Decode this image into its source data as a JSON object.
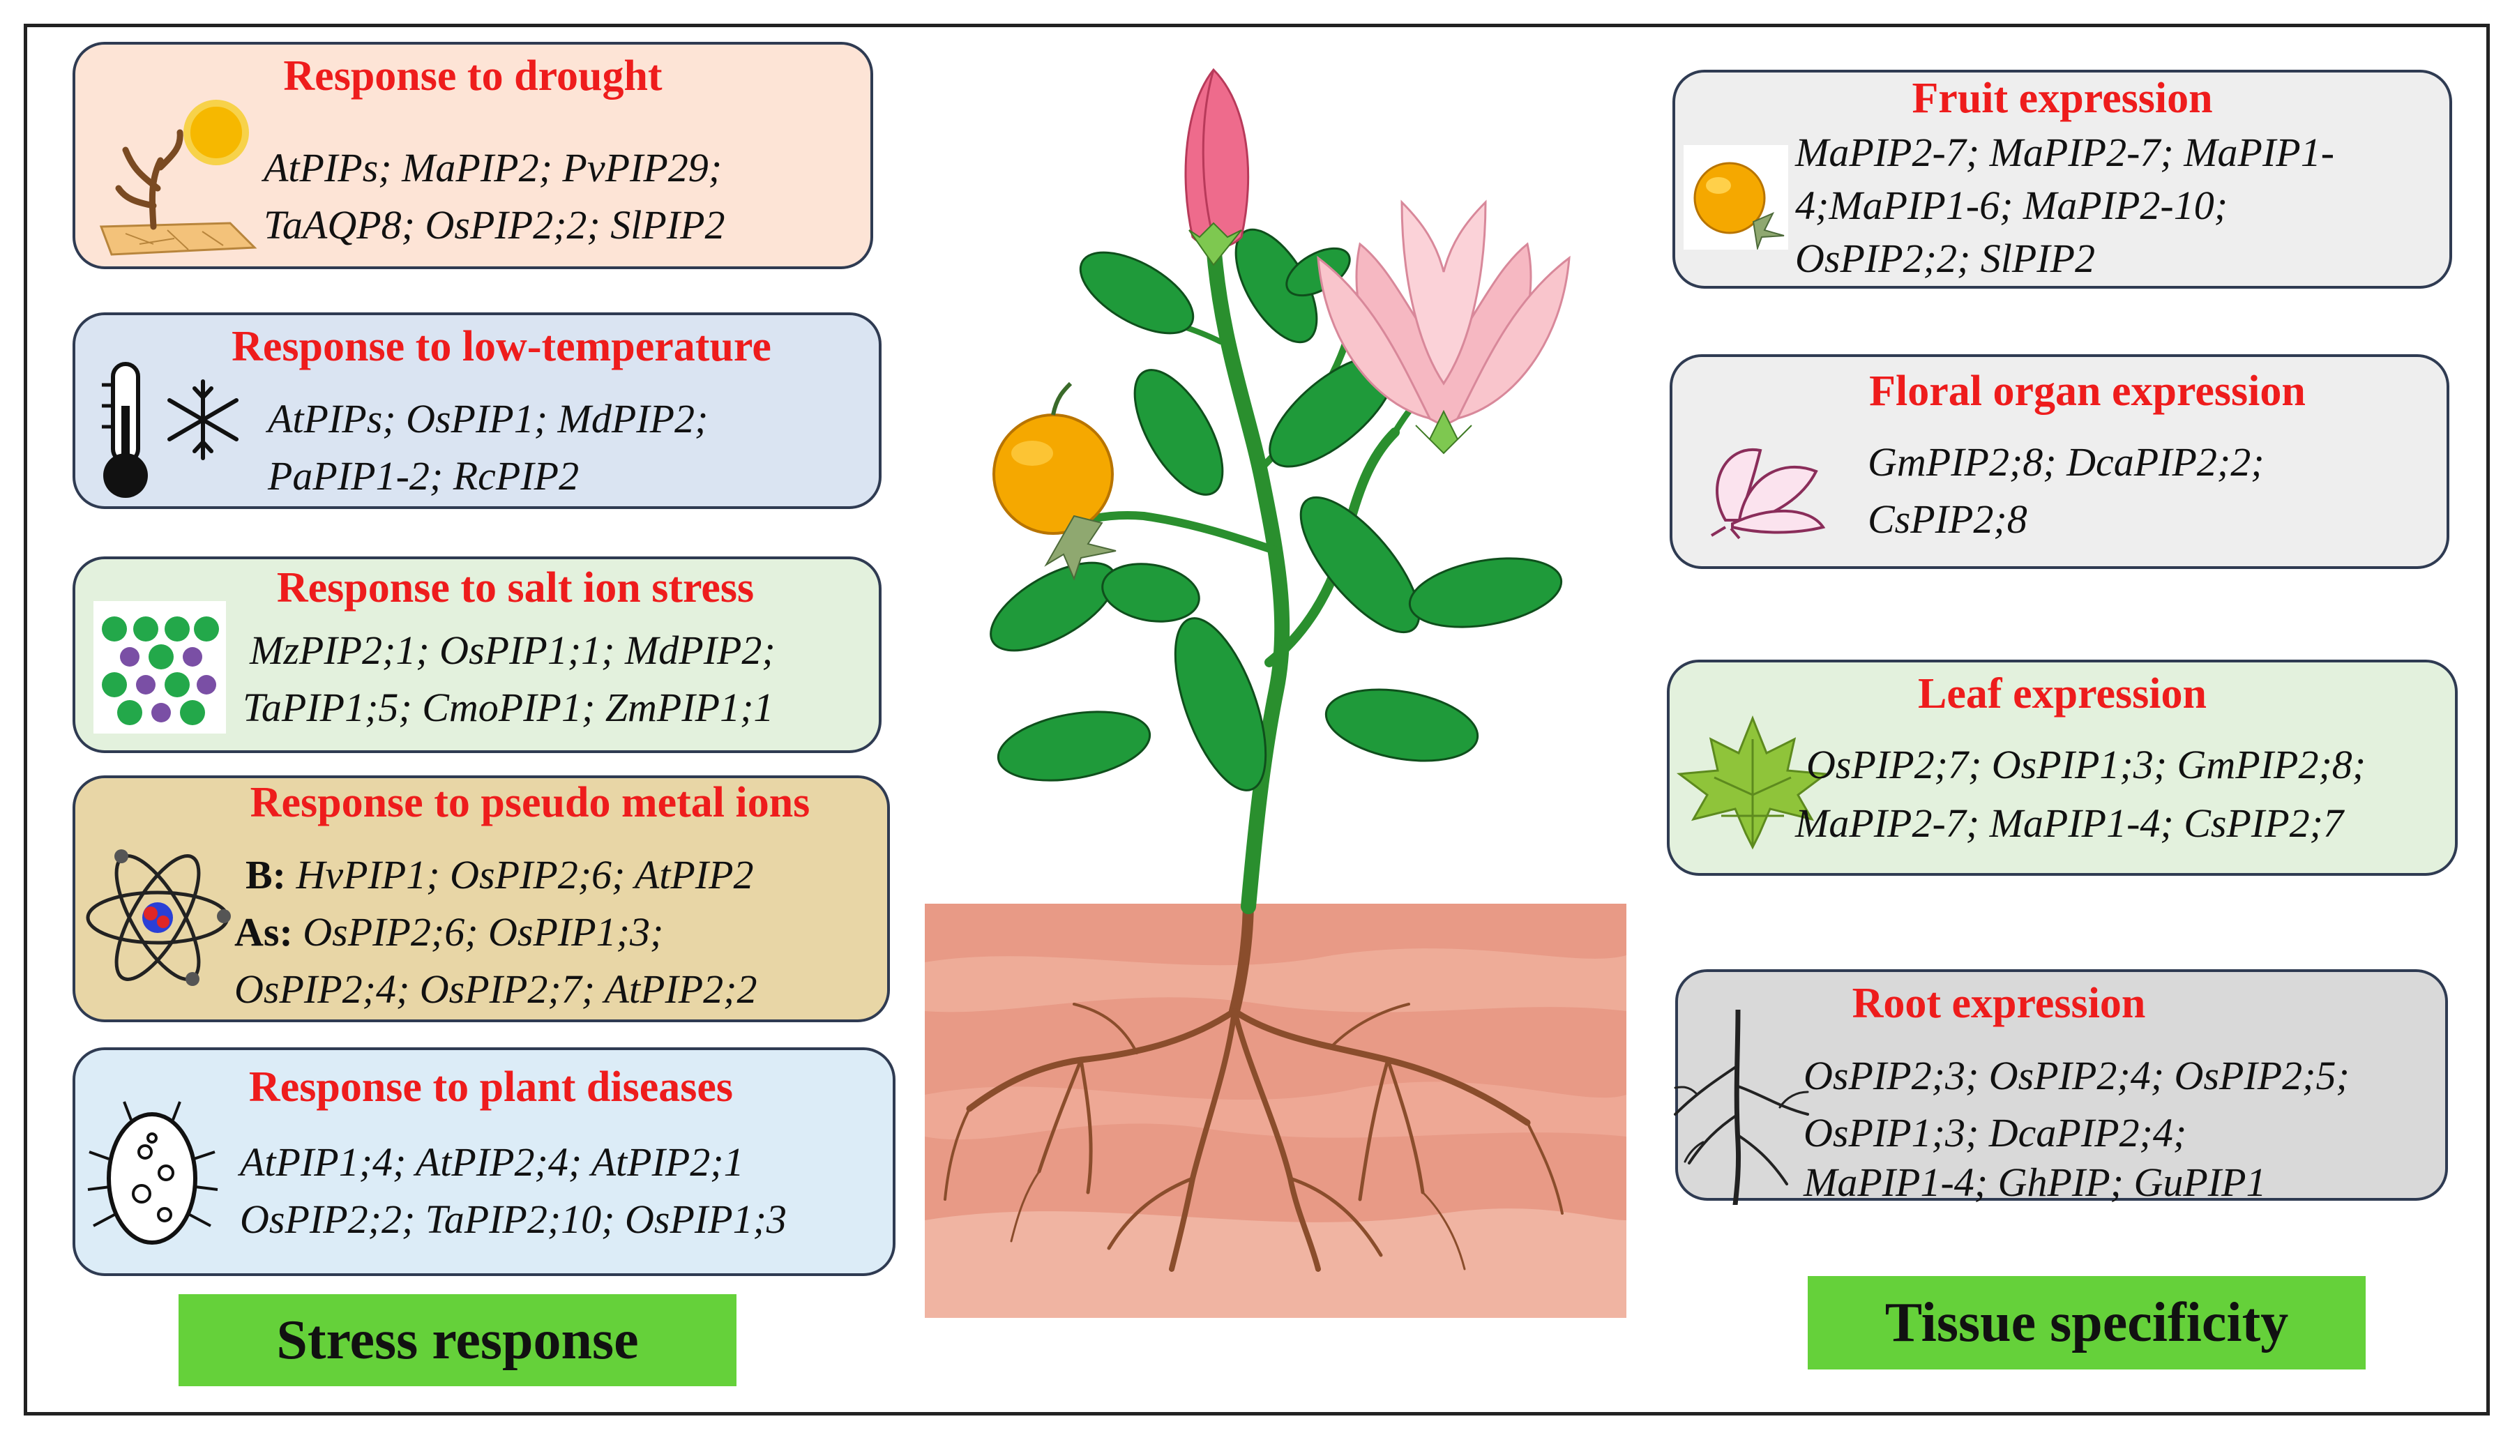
{
  "stress": {
    "drought": {
      "title": "Response to drought",
      "lines": [
        "AtPIPs; MaPIP2; PvPIP29;",
        "TaAQP8; OsPIP2;2; SlPIP2"
      ],
      "icon": "drought-tree-sun-icon",
      "bg": "#fde4d6"
    },
    "cold": {
      "title": "Response to low-temperature",
      "lines": [
        "AtPIPs; OsPIP1; MdPIP2;",
        "PaPIP1-2; RcPIP2"
      ],
      "icon": "thermometer-snowflake-icon",
      "bg": "#dae4f2"
    },
    "salt": {
      "title": "Response to salt ion stress",
      "lines": [
        "MzPIP2;1; OsPIP1;1; MdPIP2;",
        "TaPIP1;5; CmoPIP1; ZmPIP1;1"
      ],
      "icon": "salt-crystal-icon",
      "bg": "#e3f1dd"
    },
    "metal": {
      "title": "Response to pseudo metal ions",
      "b_prefix": "B:",
      "b_line": "HvPIP1; OsPIP2;6; AtPIP2",
      "as_prefix": "As:",
      "as_line": "OsPIP2;6; OsPIP1;3;",
      "line3": "OsPIP2;4; OsPIP2;7; AtPIP2;2",
      "icon": "atom-icon",
      "bg": "#e8d6a6"
    },
    "disease": {
      "title": "Response to plant diseases",
      "lines": [
        "AtPIP1;4; AtPIP2;4; AtPIP2;1",
        "OsPIP2;2; TaPIP2;10; OsPIP1;3"
      ],
      "icon": "bacterium-icon",
      "bg": "#dcecf7"
    },
    "label": "Stress response"
  },
  "tissue": {
    "fruit": {
      "title": "Fruit expression",
      "lines": [
        "MaPIP2-7; MaPIP2-7; MaPIP1-",
        "4;MaPIP1-6; MaPIP2-10;",
        "OsPIP2;2;   SlPIP2"
      ],
      "icon": "fruit-icon",
      "bg": "#eeeeee"
    },
    "floral": {
      "title": "Floral organ expression",
      "lines": [
        "GmPIP2;8; DcaPIP2;2;",
        "CsPIP2;8"
      ],
      "icon": "flower-icon",
      "bg": "#eeeeee"
    },
    "leaf": {
      "title": "Leaf expression",
      "lines": [
        "OsPIP2;7; OsPIP1;3; GmPIP2;8;",
        "MaPIP2-7; MaPIP1-4; CsPIP2;7"
      ],
      "icon": "maple-leaf-icon",
      "bg": "#e3f1dd"
    },
    "root": {
      "title": "Root expression",
      "lines": [
        "OsPIP2;3; OsPIP2;4; OsPIP2;5;",
        "OsPIP1;3; DcaPIP2;4;",
        "MaPIP1-4;  GhPIP; GuPIP1"
      ],
      "icon": "root-icon",
      "bg": "#d9d9d9"
    },
    "label": "Tissue specificity"
  },
  "colors": {
    "title_red": "#ee1c1c",
    "label_green": "#65d13a",
    "leaf_green": "#1f9a3a",
    "stem_green": "#2a8f2e",
    "soil": "#e89a86",
    "root_brown": "#8a4d2c"
  },
  "center_icon": "flowering-plant-with-roots-illustration"
}
